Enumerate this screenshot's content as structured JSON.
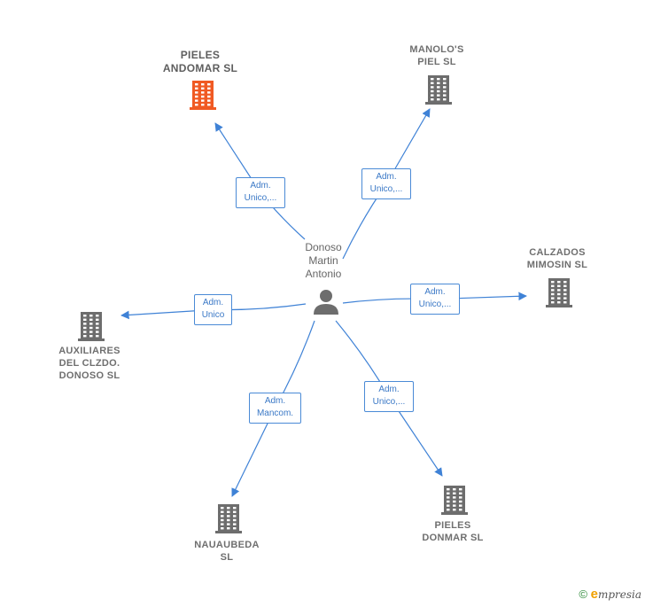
{
  "person": {
    "label": "Donoso\nMartin\nAntonio"
  },
  "colors": {
    "main_company": "#f05a23",
    "company": "#6d6d6d",
    "link": "#3f82d6",
    "person": "#6d6d6d"
  },
  "companies": [
    {
      "id": "pieles-andomar",
      "label": "PIELES\nANDOMAR  SL",
      "main": true,
      "role": "Adm.\nUnico,..."
    },
    {
      "id": "manolos-piel",
      "label": "MANOLO'S\nPIEL SL",
      "main": false,
      "role": "Adm.\nUnico,..."
    },
    {
      "id": "calzados-mimosin",
      "label": "CALZADOS\nMIMOSIN  SL",
      "main": false,
      "role": "Adm.\nUnico,..."
    },
    {
      "id": "pieles-donmar",
      "label": "PIELES\nDONMAR  SL",
      "main": false,
      "role": "Adm.\nUnico,..."
    },
    {
      "id": "nauaubeda",
      "label": "NAUAUBEDA\nSL",
      "main": false,
      "role": "Adm.\nMancom."
    },
    {
      "id": "auxiliares",
      "label": "AUXILIARES\nDEL CLZDO.\nDONOSO SL",
      "main": false,
      "role": "Adm.\nUnico"
    }
  ],
  "footer": {
    "copyright": "©",
    "brand_initial": "e",
    "brand_rest": "mpresia"
  }
}
